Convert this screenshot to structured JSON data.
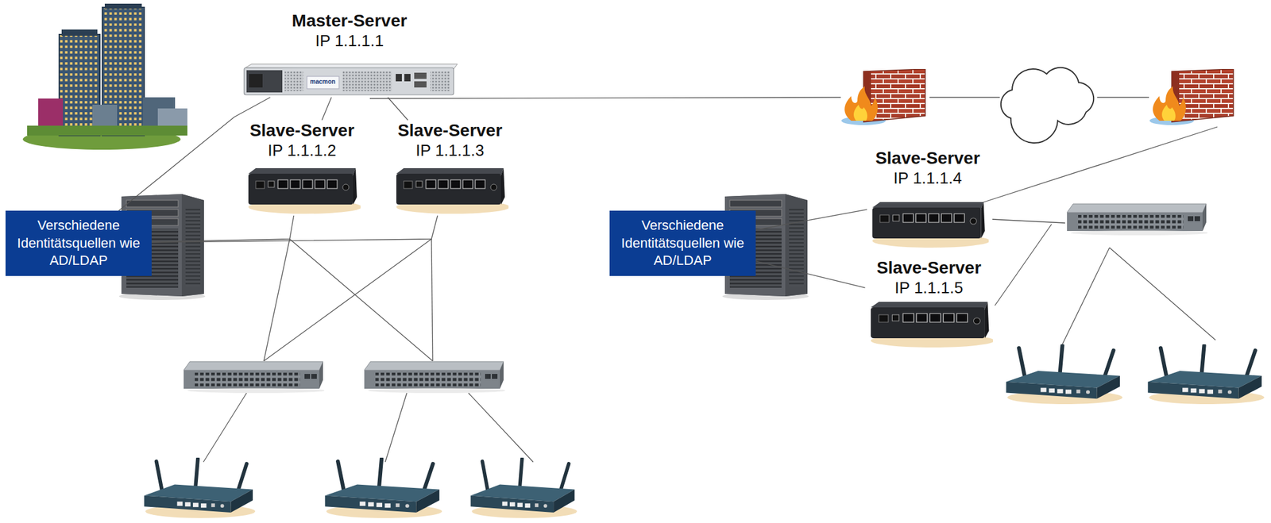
{
  "diagram": {
    "nodes": [
      {
        "text": [
          "Master-Server",
          "IP 1.1.1.1"
        ]
      },
      {
        "text": [
          "Slave-Server",
          "IP 1.1.1.2"
        ]
      },
      {
        "text": [
          "Slave-Server",
          "IP 1.1.1.3"
        ]
      },
      {
        "text": [
          "Verschiedene Identitätsquellen wie AD/LDAP"
        ]
      },
      {
        "text": [
          "Verschiedene Identitätsquellen wie AD/LDAP"
        ]
      },
      {
        "text": [
          "Slave-Server",
          "IP 1.1.1.4"
        ]
      },
      {
        "text": [
          "Slave-Server",
          "IP 1.1.1.5"
        ]
      }
    ],
    "edges": [
      {
        "from": 0,
        "to": 1,
        "arrow": "none"
      },
      {
        "from": 0,
        "to": 2,
        "arrow": "none"
      },
      {
        "from": 0,
        "to": 3,
        "arrow": "none"
      },
      {
        "from": 3,
        "to": 1,
        "arrow": "none"
      },
      {
        "from": 3,
        "to": 2,
        "arrow": "none"
      },
      {
        "from": 4,
        "to": 5,
        "arrow": "none"
      },
      {
        "from": 4,
        "to": 6,
        "arrow": "none"
      }
    ],
    "labels": [
      "macmon"
    ]
  }
}
